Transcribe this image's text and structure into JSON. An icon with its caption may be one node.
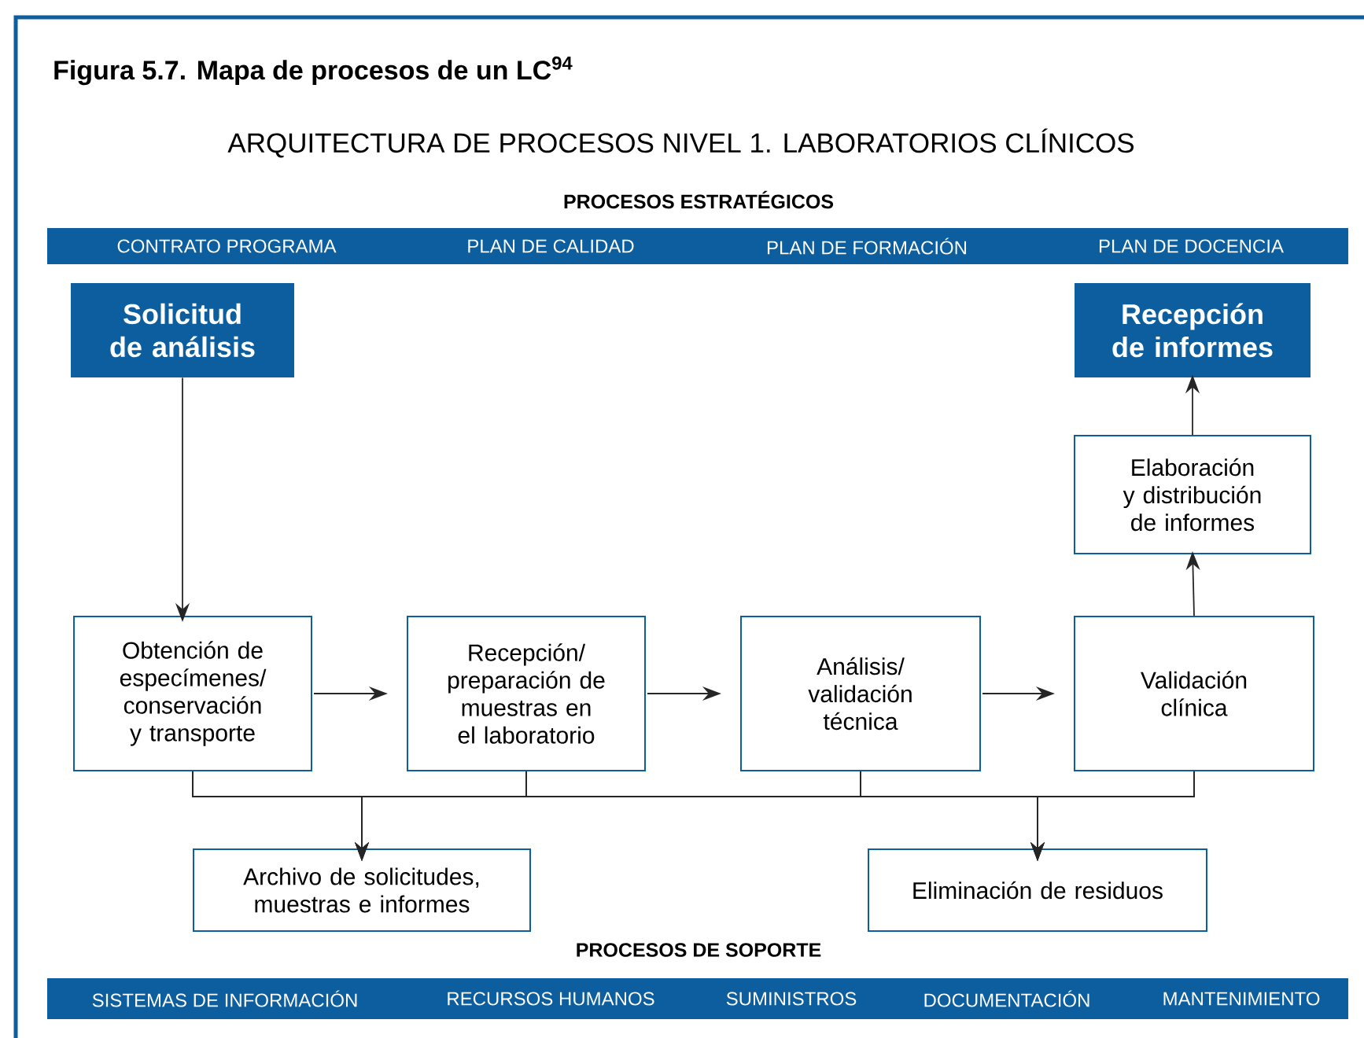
{
  "diagram": {
    "title": "Figura 5.7. Mapa de procesos de un LC$^{94}$",
    "nodes": [
      {
        "text": [
          "CONTRATO PROGRAMA",
          "PLAN DE CALIDAD",
          "PLAN DE FORMACIÓN",
          "PLAN DE DOCENCIA"
        ]
      },
      {
        "text": [
          "Solicitud de análisis"
        ]
      },
      {
        "text": [
          "Recepción de informes"
        ]
      },
      {
        "text": [
          "Elaboración y distribución de informes"
        ]
      },
      {
        "text": [
          "Obtención de especímenes/ conservación y transporte"
        ]
      },
      {
        "text": [
          "Recepción/ preparación de muestras en el laboratorio"
        ]
      },
      {
        "text": [
          "Análisis/ validación técnica"
        ]
      },
      {
        "text": [
          "Validación clínica"
        ]
      },
      {
        "text": [
          "Archivo de solicitudes, muestras e informes"
        ]
      },
      {
        "text": [
          "Eliminación de residuos"
        ]
      },
      {
        "text": [
          "SISTEMAS DE INFORMACIÓN",
          "RECURSOS HUMANOS",
          "SUMINISTROS",
          "DOCUMENTACIÓN",
          "MANTENIMIENTO"
        ]
      }
    ],
    "edges": [
      {
        "from": 1,
        "to": 4,
        "arrow": "to"
      },
      {
        "from": 4,
        "to": 5,
        "arrow": "to"
      },
      {
        "from": 5,
        "to": 6,
        "arrow": "to"
      },
      {
        "from": 6,
        "to": 7,
        "arrow": "to"
      },
      {
        "from": 7,
        "to": 3,
        "arrow": "to"
      },
      {
        "from": 3,
        "to": 2,
        "arrow": "to"
      },
      {
        "from": 4,
        "to": 8,
        "arrow": "to"
      },
      {
        "from": 5,
        "to": 8,
        "arrow": "to"
      },
      {
        "from": 6,
        "to": 8,
        "arrow": "to"
      },
      {
        "from": 7,
        "to": 8,
        "arrow": "to"
      },
      {
        "from": 4,
        "to": 9,
        "arrow": "to"
      },
      {
        "from": 5,
        "to": 9,
        "arrow": "to"
      },
      {
        "from": 6,
        "to": 9,
        "arrow": "to"
      },
      {
        "from": 7,
        "to": 9,
        "arrow": "to"
      }
    ],
    "labels": [
      "ARQUITECTURA DE PROCESOS NIVEL 1. LABORATORIOS CLÍNICOS",
      "PROCESOS ESTRATÉGICOS",
      "PROCESOS DE SOPORTE"
    ]
  }
}
